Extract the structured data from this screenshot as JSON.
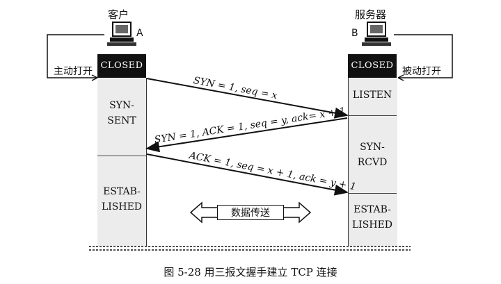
{
  "hosts": {
    "left": {
      "name": "客户",
      "letter": "A",
      "open_label": "主动打开"
    },
    "right": {
      "name": "服务器",
      "letter": "B",
      "open_label": "被动打开"
    }
  },
  "states": {
    "left": [
      "CLOSED",
      "SYN-SENT",
      "ESTAB-LISHED"
    ],
    "right": [
      "CLOSED",
      "LISTEN",
      "SYN-RCVD",
      "ESTAB-LISHED"
    ]
  },
  "labels": {
    "left_closed": "CLOSED",
    "left_syn_sent_1": "SYN-",
    "left_syn_sent_2": "SENT",
    "left_estab_1": "ESTAB-",
    "left_estab_2": "LISHED",
    "right_closed": "CLOSED",
    "right_listen": "LISTEN",
    "right_syn_rcvd_1": "SYN-",
    "right_syn_rcvd_2": "RCVD",
    "right_estab_1": "ESTAB-",
    "right_estab_2": "LISHED"
  },
  "messages": {
    "m1": "SYN = 1, seq = x",
    "m2": "SYN = 1, ACK = 1, seq = y, ack= x + 1",
    "m3": "ACK = 1, seq = x + 1, ack = y + 1"
  },
  "data_transfer": "数据传送",
  "caption": "图 5-28  用三报文握手建立 TCP 连接",
  "colors": {
    "black": "#111111",
    "state_bg": "#ececec"
  }
}
